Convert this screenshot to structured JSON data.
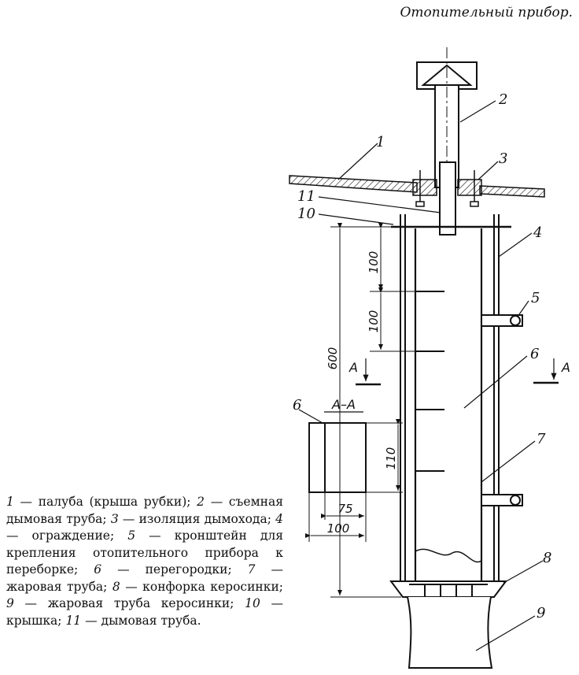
{
  "caption": "Отопительный прибор.",
  "labels": {
    "l1": "1",
    "l2": "2",
    "l3": "3",
    "l4": "4",
    "l5": "5",
    "l6a": "6",
    "l6b": "6",
    "l7": "7",
    "l8": "8",
    "l9": "9",
    "l10": "10",
    "l11": "11"
  },
  "dimensions": {
    "d100a": "100",
    "d100b": "100",
    "d600": "600",
    "d110": "110",
    "d75": "75",
    "d100c": "100"
  },
  "section": {
    "title": "А–А",
    "left_mark": "А",
    "right_mark": "А"
  },
  "legend": [
    {
      "num": "1",
      "text": " — палуба (крыша рубки); "
    },
    {
      "num": "2",
      "text": " — съемная дымовая труба; "
    },
    {
      "num": "3",
      "text": " — изоляция дымохода; "
    },
    {
      "num": "4",
      "text": " — ограждение; "
    },
    {
      "num": "5",
      "text": " — кронштейн для крепления отопительного прибора к переборке; "
    },
    {
      "num": "6",
      "text": " — перегородки; "
    },
    {
      "num": "7",
      "text": " — жаровая труба; "
    },
    {
      "num": "8",
      "text": " — конфорка керосинки; "
    },
    {
      "num": "9",
      "text": " — жаровая труба керосинки; "
    },
    {
      "num": "10",
      "text": " — крышка; "
    },
    {
      "num": "11",
      "text": " — дымовая труба."
    }
  ]
}
